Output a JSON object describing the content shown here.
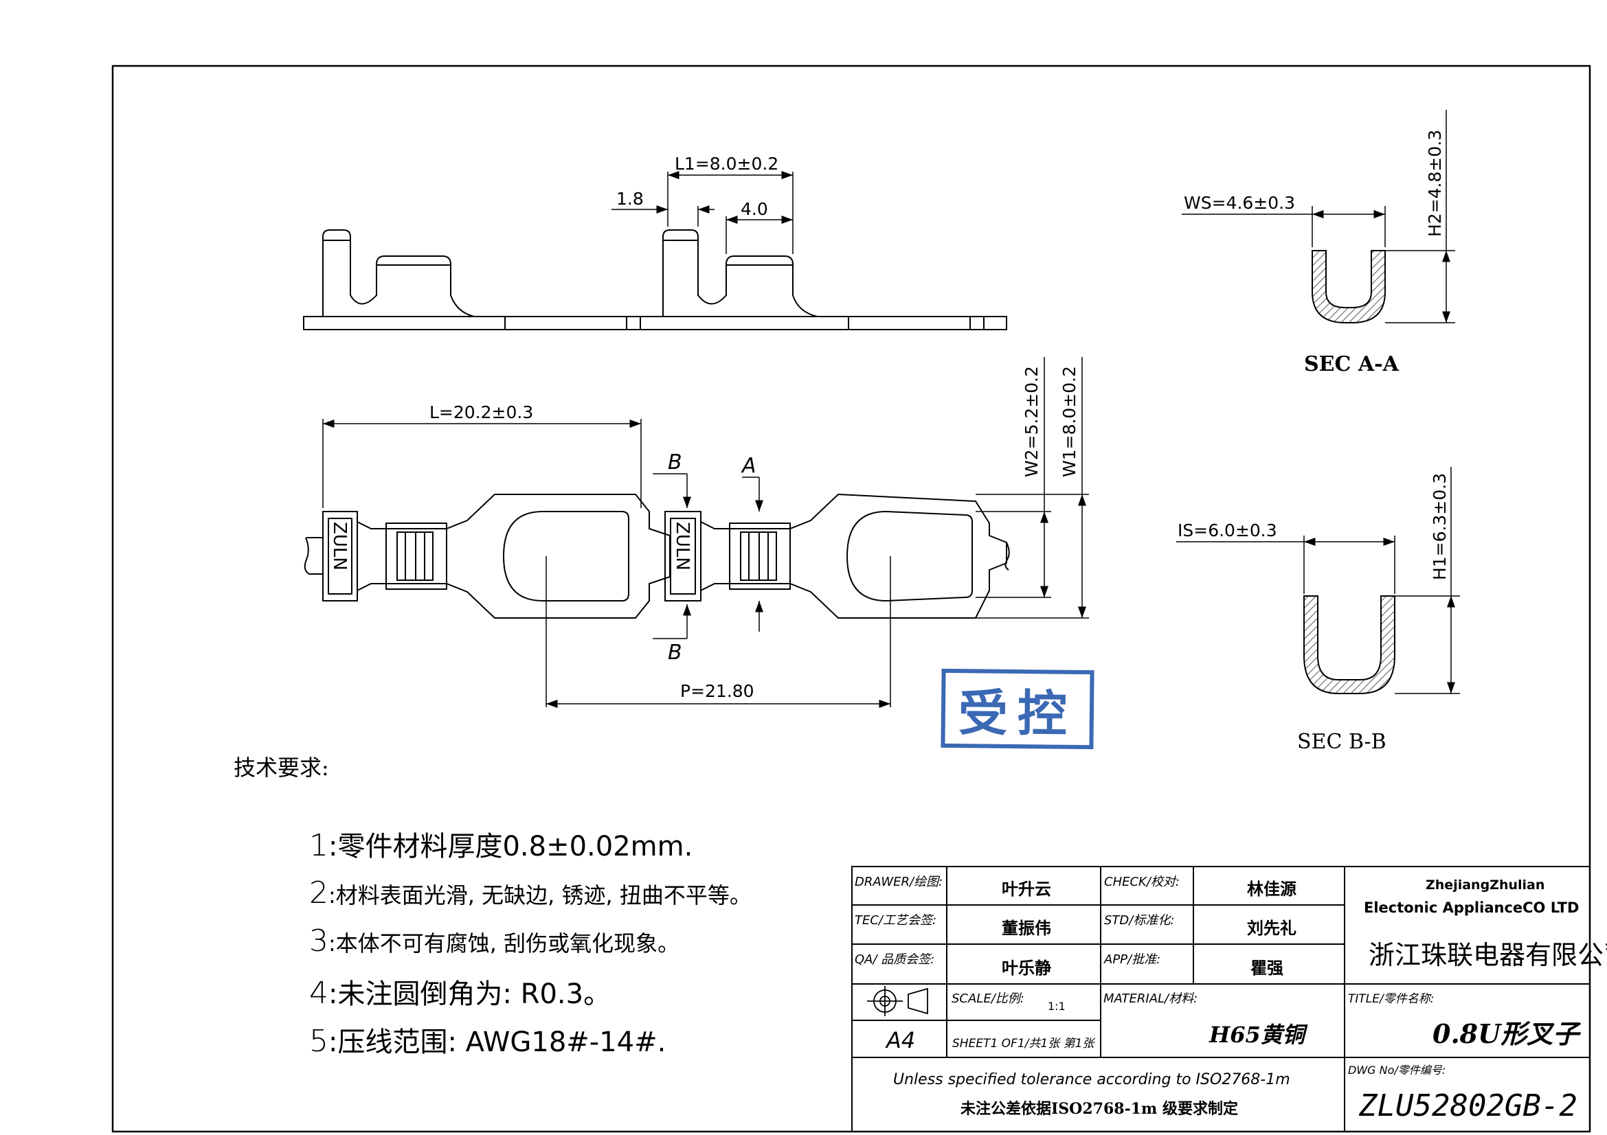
{
  "dimensions": {
    "l1": "L1=8.0±0.2",
    "d18": "1.8",
    "d40": "4.0",
    "l": "L=20.2±0.3",
    "p": "P=21.80",
    "w2": "W2=5.2±0.2",
    "w1": "W1=8.0±0.2",
    "ws": "WS=4.6±0.3",
    "h2": "H2=4.8±0.3",
    "is": "IS=6.0±0.3",
    "h1": "H1=6.3±0.3",
    "marker_a": "A",
    "marker_b": "B",
    "emboss": "ZULN"
  },
  "sections": {
    "aa": "SEC A-A",
    "bb": "SEC B-B"
  },
  "stamp": "受控",
  "notes": {
    "title": "技术要求:",
    "items": [
      {
        "num": "1",
        "text": ":零件材料厚度0.8±0.02mm."
      },
      {
        "num": "2",
        "text": ":材料表面光滑, 无缺边, 锈迹, 扭曲不平等。"
      },
      {
        "num": "3",
        "text": ":本体不可有腐蚀, 刮伤或氧化现象。"
      },
      {
        "num": "4",
        "text": ":未注圆倒角为: R0.3。"
      },
      {
        "num": "5",
        "text": ":压线范围: AWG18#-14#."
      }
    ]
  },
  "title_block": {
    "drawer_label": "DRAWER/绘图:",
    "drawer": "叶升云",
    "check_label": "CHECK/校对:",
    "check": "林佳源",
    "tec_label": "TEC/工艺会签:",
    "tec": "董振伟",
    "std_label": "STD/标准化:",
    "std": "刘先礼",
    "qa_label": "QA/ 品质会签:",
    "qa": "叶乐静",
    "app_label": "APP/批准:",
    "app": "瞿强",
    "scale_label": "SCALE/比例:",
    "scale": "1:1",
    "material_label": "MATERIAL/材料:",
    "material": "H65黄铜",
    "paper": "A4",
    "sheet": "SHEET1 OF1/共1张 第1张",
    "company_en1": "ZhejiangZhulian",
    "company_en2": "Electonic ApplianceCO LTD",
    "company_cn": "浙江珠联电器有限公司",
    "title_label": "TITLE/零件名称:",
    "title": "0.8U形叉子",
    "tolerance_en": "Unless specified tolerance according to ISO2768-1m",
    "tolerance_cn": "未注公差依据ISO2768-1m 级要求制定",
    "dwg_label": "DWG No/零件编号:",
    "dwg": "ZLU52802GB-2"
  }
}
